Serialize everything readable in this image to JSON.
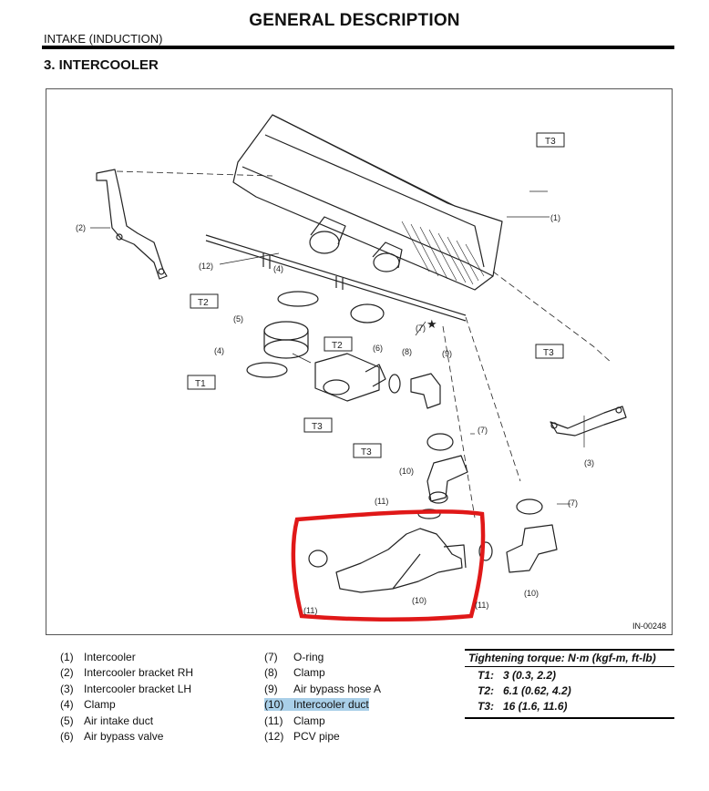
{
  "page": {
    "title": "GENERAL DESCRIPTION",
    "section": "INTAKE (INDUCTION)",
    "subsection": "3.  INTERCOOLER"
  },
  "figure": {
    "id": "IN-00248",
    "highlight_color": "#e01818",
    "callouts": {
      "c1": "(1)",
      "c2": "(2)",
      "c3": "(3)",
      "c4a": "(4)",
      "c4b": "(4)",
      "c5": "(5)",
      "c6": "(6)",
      "c7a": "(7)",
      "c7b": "(7)",
      "c7c": "(7)",
      "c8": "(8)",
      "c9": "(9)",
      "c10a": "(10)",
      "c10b": "(10)",
      "c10c": "(10)",
      "c11a": "(11)",
      "c11b": "(11)",
      "c11c": "(11)",
      "c12": "(12)",
      "star": "★",
      "t3a": "T3",
      "t2a": "T2",
      "t2b": "T2",
      "t1": "T1",
      "t3b": "T3",
      "t3c": "T3",
      "t3d": "T3"
    }
  },
  "legend": {
    "left": [
      {
        "num": "(1)",
        "label": "Intercooler"
      },
      {
        "num": "(2)",
        "label": "Intercooler bracket RH"
      },
      {
        "num": "(3)",
        "label": "Intercooler bracket LH"
      },
      {
        "num": "(4)",
        "label": "Clamp"
      },
      {
        "num": "(5)",
        "label": "Air intake duct"
      },
      {
        "num": "(6)",
        "label": "Air bypass valve"
      }
    ],
    "right": [
      {
        "num": "(7)",
        "label": "O-ring"
      },
      {
        "num": "(8)",
        "label": "Clamp"
      },
      {
        "num": "(9)",
        "label": "Air bypass hose A"
      },
      {
        "num": "(10)",
        "label": "Intercooler duct"
      },
      {
        "num": "(11)",
        "label": "Clamp"
      },
      {
        "num": "(12)",
        "label": "PCV pipe"
      }
    ]
  },
  "torque": {
    "heading": "Tightening torque: N·m (kgf-m, ft-lb)",
    "rows": [
      {
        "key": "T1:",
        "value": "3 (0.3, 2.2)"
      },
      {
        "key": "T2:",
        "value": "6.1 (0.62, 4.2)"
      },
      {
        "key": "T3:",
        "value": "16 (1.6, 11.6)"
      }
    ]
  }
}
